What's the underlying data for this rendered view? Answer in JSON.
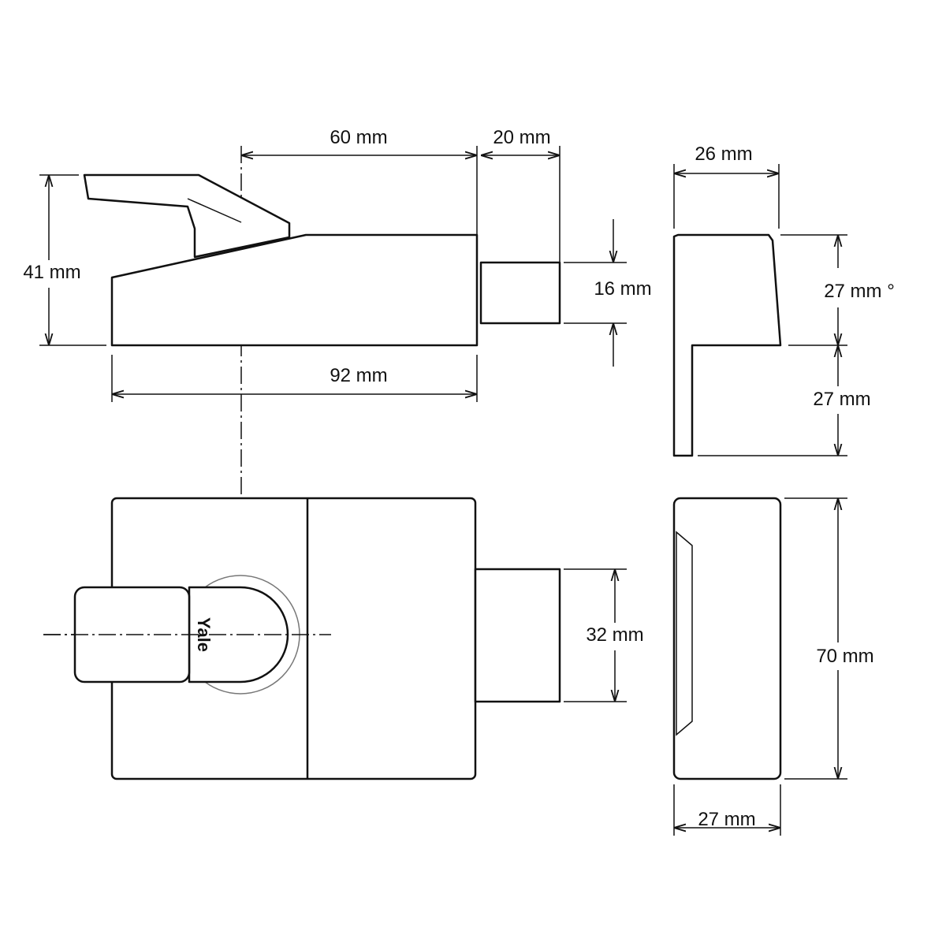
{
  "dimensions": {
    "top_length": "60 mm",
    "bolt_projection": "20 mm",
    "side_depth": "26 mm",
    "height_with_handle": "41 mm",
    "bolt_height": "16 mm",
    "side_upper": "27 mm °",
    "side_lower": "27 mm",
    "body_length": "92 mm",
    "bolt_width": "32 mm",
    "body_height": "70 mm",
    "staple_depth": "27 mm"
  },
  "logo": "Yale"
}
